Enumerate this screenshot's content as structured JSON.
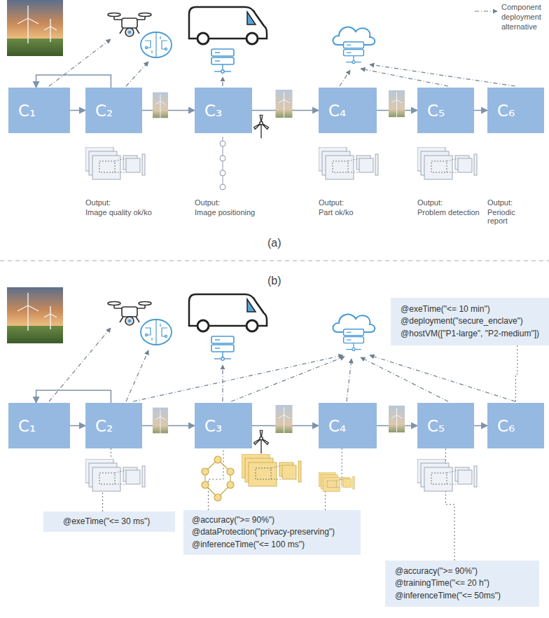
{
  "diagram": {
    "nodes": [
      {
        "text": [
          "C₁"
        ]
      },
      {
        "text": [
          "C₂"
        ]
      },
      {
        "text": [
          "C₃"
        ]
      },
      {
        "text": [
          "C₄"
        ]
      },
      {
        "text": [
          "C₅"
        ]
      },
      {
        "text": [
          "C₆"
        ]
      },
      {
        "text": [
          "C₁"
        ]
      },
      {
        "text": [
          "C₂"
        ]
      },
      {
        "text": [
          "C₃"
        ]
      },
      {
        "text": [
          "C₄"
        ]
      },
      {
        "text": [
          "C₅"
        ]
      },
      {
        "text": [
          "C₆"
        ]
      },
      {
        "text": [
          "@exeTime(\"<= 10 min\")",
          "@deployment(\"secure_enclave\")",
          "@hostVM([\"P1-large\", \"P2-medium\"])"
        ]
      },
      {
        "text": [
          "@exeTime(\"<= 30 ms\")"
        ]
      },
      {
        "text": [
          "@accuracy(\">= 90%\")",
          "@dataProtection(\"privacy-preserving\")",
          "@inferenceTime(\"<= 100 ms\")"
        ]
      },
      {
        "text": [
          "@accuracy(\">= 90%\")",
          "@trainingTime(\"<= 20 h\")",
          "@inferenceTime(\"<= 50ms\")"
        ]
      }
    ],
    "edges": [
      {
        "from": 0,
        "to": 1,
        "arrow": "to"
      },
      {
        "from": 1,
        "to": 2,
        "arrow": "to"
      },
      {
        "from": 2,
        "to": 3,
        "arrow": "to"
      },
      {
        "from": 3,
        "to": 4,
        "arrow": "to"
      },
      {
        "from": 4,
        "to": 5,
        "arrow": "to"
      },
      {
        "from": 1,
        "to": 0,
        "arrow": "to"
      },
      {
        "from": 6,
        "to": 7,
        "arrow": "to"
      },
      {
        "from": 7,
        "to": 8,
        "arrow": "to"
      },
      {
        "from": 8,
        "to": 9,
        "arrow": "to"
      },
      {
        "from": 9,
        "to": 10,
        "arrow": "to"
      },
      {
        "from": 10,
        "to": 11,
        "arrow": "to"
      },
      {
        "from": 7,
        "to": 6,
        "arrow": "to"
      },
      {
        "from": 12,
        "to": 11,
        "arrow": "none"
      },
      {
        "from": 13,
        "to": 7,
        "arrow": "none"
      },
      {
        "from": 14,
        "to": 8,
        "arrow": "none"
      },
      {
        "from": 14,
        "to": 9,
        "arrow": "none"
      },
      {
        "from": 15,
        "to": 10,
        "arrow": "none"
      }
    ],
    "labels": [
      "Output:",
      "Image quality ok/ko",
      "Output:",
      "Image positioning",
      "Output:",
      "Part ok/ko",
      "Output:",
      "Problem detection",
      "Output:",
      "Periodic report",
      "(a)",
      "(b)"
    ],
    "legend": [
      {
        "text": "Component deployment alternative"
      }
    ]
  }
}
